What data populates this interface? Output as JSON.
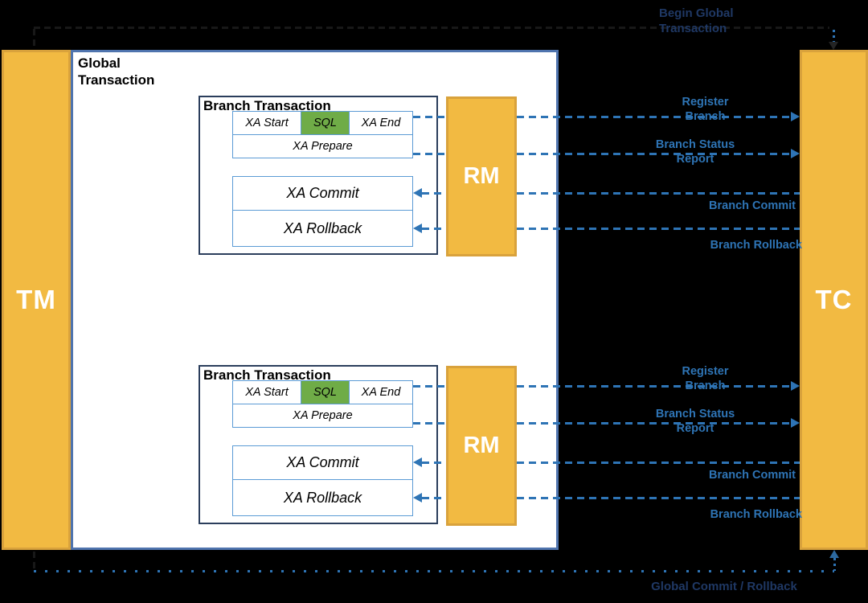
{
  "colors": {
    "background": "#000000",
    "bar_fill": "#F2BA42",
    "bar_border": "#D9A23C",
    "arrow_blue": "#2E74B5",
    "label_navy": "#1F3864",
    "sql_green": "#6FAC47",
    "cell_border": "#5B9BD5",
    "global_box_border": "#4F74AE",
    "branch_box_border": "#2B3E5C"
  },
  "tm_label": "TM",
  "tc_label": "TC",
  "global_box": {
    "title_line1": "Global",
    "title_line2": "Transaction"
  },
  "top_flow": {
    "label_line1": "Begin Global",
    "label_line2": "Transaction"
  },
  "bottom_flow": {
    "label": "Global Commit / Rollback"
  },
  "branches": [
    {
      "title": "Branch Transaction",
      "xa_start": "XA Start",
      "sql": "SQL",
      "xa_end": "XA End",
      "xa_prepare": "XA Prepare",
      "xa_commit": "XA Commit",
      "xa_rollback": "XA Rollback",
      "rm_label": "RM",
      "register_line1": "Register",
      "register_line2": "Branch",
      "status_line1": "Branch Status",
      "status_line2": "Report",
      "commit_label": "Branch Commit",
      "rollback_label": "Branch Rollback"
    },
    {
      "title": "Branch Transaction",
      "xa_start": "XA Start",
      "sql": "SQL",
      "xa_end": "XA End",
      "xa_prepare": "XA Prepare",
      "xa_commit": "XA Commit",
      "xa_rollback": "XA Rollback",
      "rm_label": "RM",
      "register_line1": "Register",
      "register_line2": "Branch",
      "status_line1": "Branch Status",
      "status_line2": "Report",
      "commit_label": "Branch Commit",
      "rollback_label": "Branch Rollback"
    }
  ]
}
